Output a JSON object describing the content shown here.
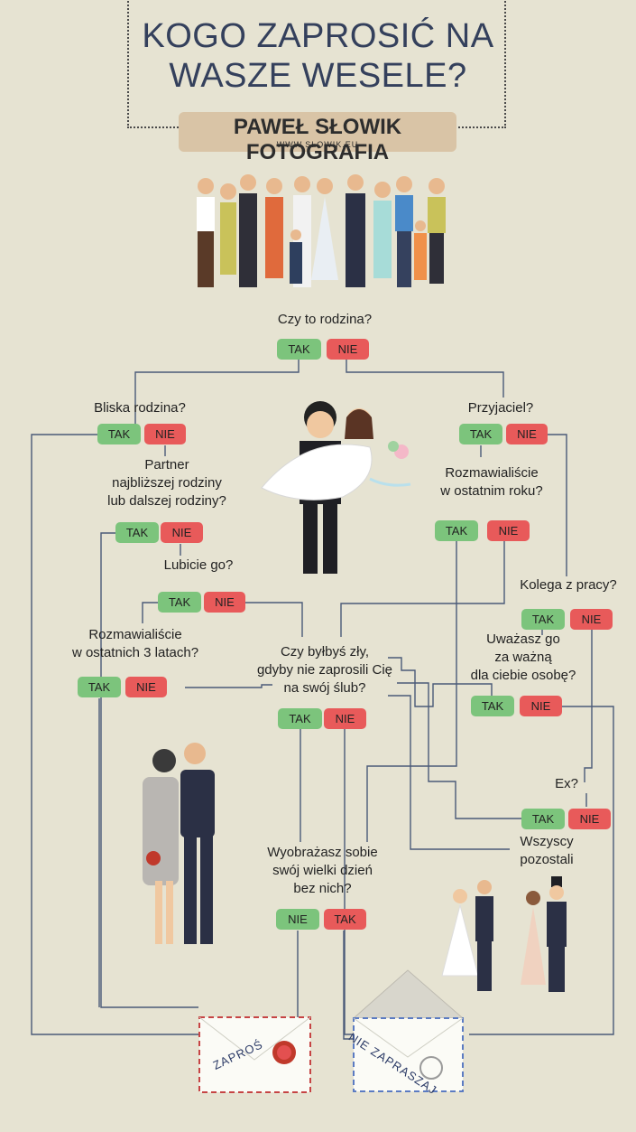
{
  "title": {
    "line1": "KOGO ZAPROSIĆ NA",
    "line2": "WASZE WESELE?"
  },
  "brand": {
    "name": "PAWEŁ SŁOWIK FOTOGRAFIA",
    "url": "WWW.SLOWIK.EU"
  },
  "nodes": {
    "q1": "Czy to rodzina?",
    "q2": "Bliska rodzina?",
    "q3": "Przyjaciel?",
    "q4a": "Partner",
    "q4b": "najbliższej rodziny",
    "q4c": "lub dalszej rodziny?",
    "q5a": "Rozmawialiście",
    "q5b": "w ostatnim roku?",
    "q6": "Lubicie go?",
    "q7": "Kolega z pracy?",
    "q8a": "Rozmawialiście",
    "q8b": "w ostatnich 3 latach?",
    "q9a": "Czy byłbyś zły,",
    "q9b": "gdyby nie zaprosili Cię",
    "q9c": "na swój ślub?",
    "q10a": "Uważasz go",
    "q10b": "za ważną",
    "q10c": "dla ciebie osobę?",
    "q11": "Ex?",
    "q12a": "Wszyscy",
    "q12b": "pozostali",
    "q13a": "Wyobrażasz sobie",
    "q13b": "swój wielki dzień",
    "q13c": "bez nich?"
  },
  "answers": {
    "yes": "TAK",
    "no": "NIE"
  },
  "outcomes": {
    "invite": "ZAPROŚ",
    "dont_invite": "NIE ZAPRASZAJ"
  },
  "colors": {
    "background": "#e6e3d2",
    "yes": "#7cc47c",
    "no": "#e85a5a",
    "line": "#4a5a78",
    "title": "#34405c",
    "brand_box": "#d9c4a6"
  },
  "illustrations": [
    "family-group-illustration",
    "groom-carrying-bride-illustration",
    "kissing-couple-illustration",
    "two-wedding-couples-illustration",
    "invitation-envelope-with-seal",
    "invitation-envelope-with-stamp"
  ]
}
